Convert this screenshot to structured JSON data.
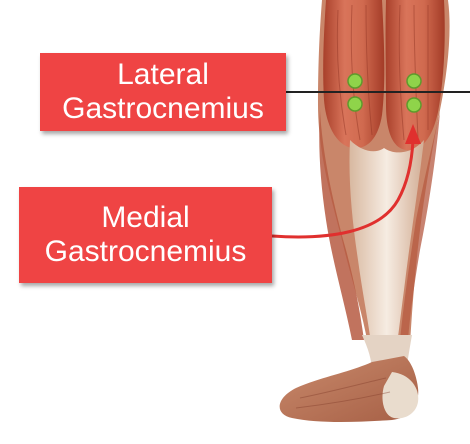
{
  "labels": {
    "lateral": {
      "line1": "Lateral",
      "line2": "Gastrocnemius"
    },
    "medial": {
      "line1": "Medial",
      "line2": "Gastrocnemius"
    }
  },
  "colors": {
    "label_bg": "#ef4444",
    "label_text": "#ffffff",
    "marker_green": "#8fd44a",
    "arrow": "#e0302e",
    "leader_line": "#222222",
    "muscle": "#c9583d",
    "tendon": "#efe3d6",
    "skin": "#d9a07e"
  },
  "markers": {
    "lateral_count": 2,
    "medial_count": 2
  }
}
